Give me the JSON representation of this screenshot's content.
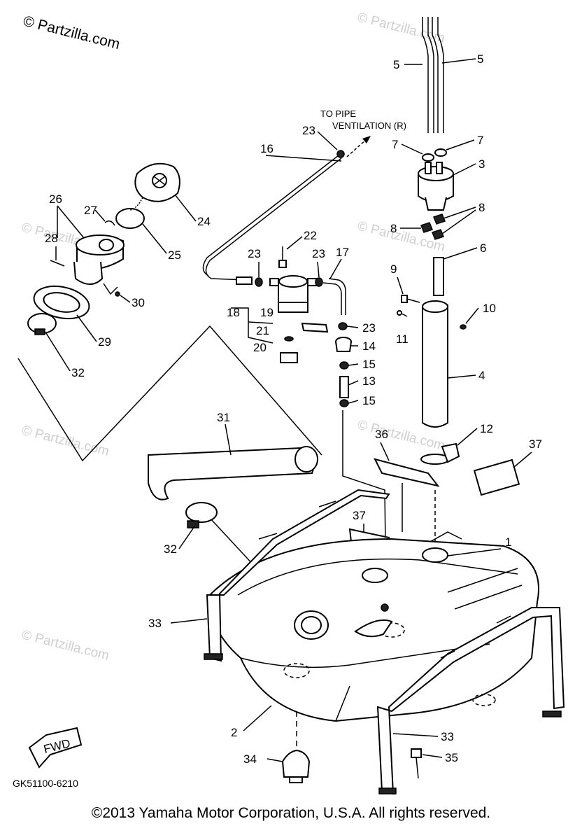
{
  "watermark": {
    "primary": "© Partzilla.com",
    "repeat": "© Partzilla.com"
  },
  "note": {
    "line1": "TO PIPE",
    "line2": "VENTILATION (R)"
  },
  "fwd_label": "FWD",
  "diagram_code": "GK51100-6210",
  "copyright": "©2013  Yamaha Motor Corporation, U.S.A. All rights reserved.",
  "labels": {
    "p1": "1",
    "p2": "2",
    "p3": "3",
    "p4": "4",
    "p5a": "5",
    "p5b": "5",
    "p6": "6",
    "p7a": "7",
    "p7b": "7",
    "p8a": "8",
    "p8b": "8",
    "p9": "9",
    "p10": "10",
    "p11": "11",
    "p12": "12",
    "p13": "13",
    "p14": "14",
    "p15a": "15",
    "p15b": "15",
    "p16": "16",
    "p17": "17",
    "p18": "18",
    "p19": "19",
    "p20": "20",
    "p21": "21",
    "p22": "22",
    "p23a": "23",
    "p23b": "23",
    "p23c": "23",
    "p23d": "23",
    "p24": "24",
    "p25": "25",
    "p26": "26",
    "p27": "27",
    "p28": "28",
    "p29": "29",
    "p30": "30",
    "p31": "31",
    "p32a": "32",
    "p32b": "32",
    "p33a": "33",
    "p33b": "33",
    "p34": "34",
    "p35": "35",
    "p36": "36",
    "p37a": "37",
    "p37b": "37"
  }
}
